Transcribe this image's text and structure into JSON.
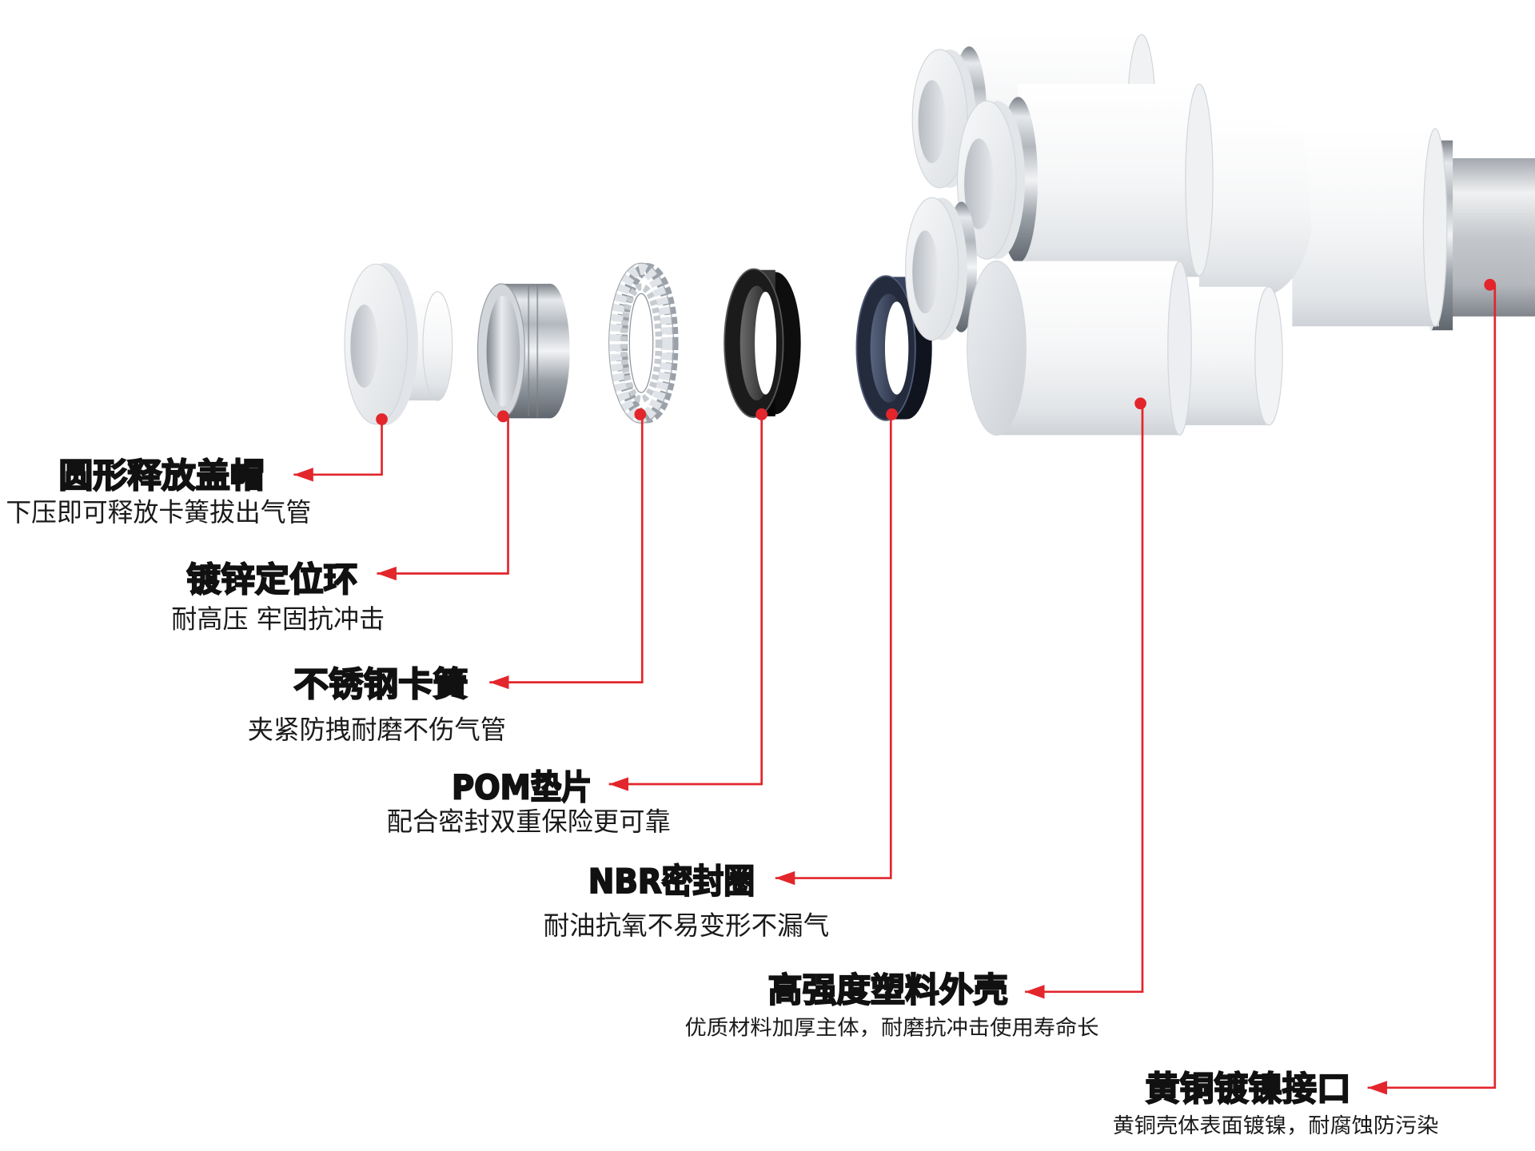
{
  "callouts": [
    {
      "title": "圆形释放盖帽",
      "subtitle": "下压即可释放卡簧拔出气管"
    },
    {
      "title": "镀锌定位环",
      "subtitle": "耐高压 牢固抗冲击"
    },
    {
      "title": "不锈钢卡簧",
      "subtitle": "夹紧防拽耐磨不伤气管"
    },
    {
      "title": "POM垫片",
      "subtitle": "配合密封双重保险更可靠"
    },
    {
      "title": "NBR密封圈",
      "subtitle": "耐油抗氧不易变形不漏气"
    },
    {
      "title": "高强度塑料外壳",
      "subtitle": "优质材料加厚主体，耐磨抗冲击使用寿命长"
    },
    {
      "title": "黄铜镀镍接口",
      "subtitle": "黄铜壳体表面镀镍，耐腐蚀防污染"
    }
  ],
  "colors": {
    "leader": "#e2262c"
  }
}
